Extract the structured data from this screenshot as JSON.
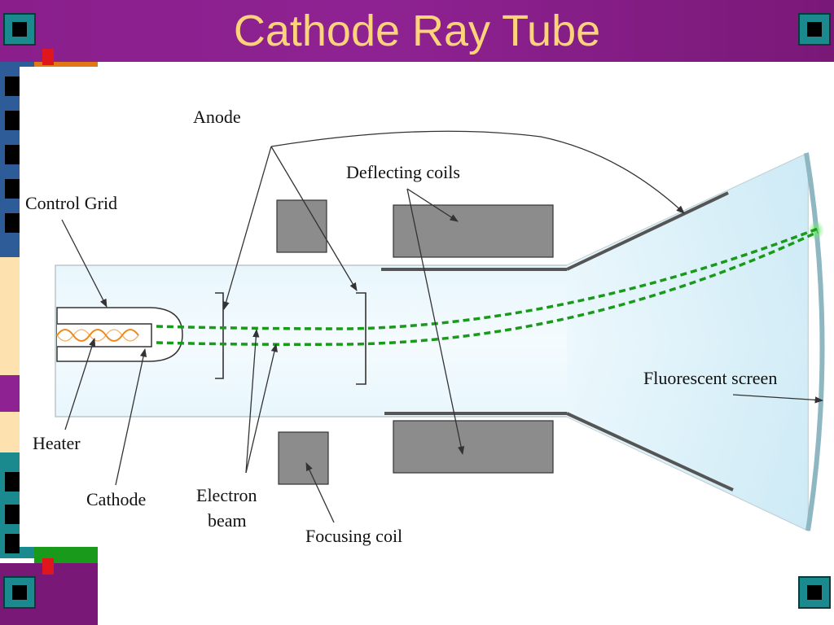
{
  "slide": {
    "title": "Cathode Ray Tube",
    "title_color": "#ffd37a"
  },
  "colors": {
    "header": "#8a1f8c",
    "teal": "#1a8a8f",
    "tube_fill": "#dff3fb",
    "coil_fill": "#8c8c8c",
    "beam": "#1a9a1a",
    "heater": "#f08a1a"
  },
  "labels": {
    "anode": "Anode",
    "deflecting_coils": "Deflecting coils",
    "control_grid": "Control Grid",
    "fluorescent_screen": "Fluorescent screen",
    "heater": "Heater",
    "cathode": "Cathode",
    "electron_beam_line1": "Electron",
    "electron_beam_line2": "beam",
    "focusing_coil": "Focusing coil"
  }
}
